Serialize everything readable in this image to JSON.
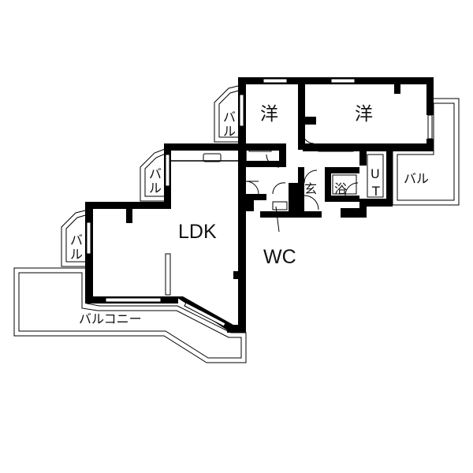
{
  "rooms": {
    "western_left": "洋",
    "western_right": "洋",
    "ldk": "LDK",
    "wc": "WC",
    "entrance": "玄",
    "bath": "浴",
    "utility_u": "U",
    "utility_t": "T"
  },
  "balconies": {
    "main": "バルコニー",
    "right": "バル",
    "small_top_1": "バ",
    "small_top_2": "ル",
    "small_mid_1": "バ",
    "small_mid_2": "ル",
    "small_low_1": "バ",
    "small_low_2": "ル"
  },
  "colors": {
    "wall": "#000000",
    "background": "#ffffff"
  }
}
